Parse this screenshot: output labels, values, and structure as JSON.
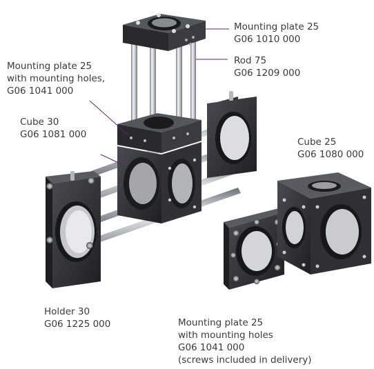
{
  "colors": {
    "metal_dark": "#2b2b2f",
    "metal_mid": "#404046",
    "rod_steel": "#c9ccd2",
    "leader_line": "#5b2a6e",
    "label_text": "#3a3a3a",
    "background": "#ffffff"
  },
  "callouts": {
    "mounting_plate_top": {
      "line1": "Mounting plate 25",
      "line2": "G06 1010 000"
    },
    "rod": {
      "line1": "Rod 75",
      "line2": "G06 1209 000"
    },
    "mounting_plate_holes_left": {
      "line1": "Mounting plate 25",
      "line2": "with mounting holes,",
      "line3": "G06 1041 000"
    },
    "cube30": {
      "line1": "Cube 30",
      "line2": "G06 1081 000"
    },
    "cube25": {
      "line1": "Cube 25",
      "line2": "G06 1080 000"
    },
    "holder30": {
      "line1": "Holder 30",
      "line2": "G06 1225 000"
    },
    "mounting_plate_holes_bottom": {
      "line1": "Mounting plate 25",
      "line2": "with mounting holes",
      "line3": "G06 1041 000",
      "line4": "(screws included in delivery)"
    }
  }
}
